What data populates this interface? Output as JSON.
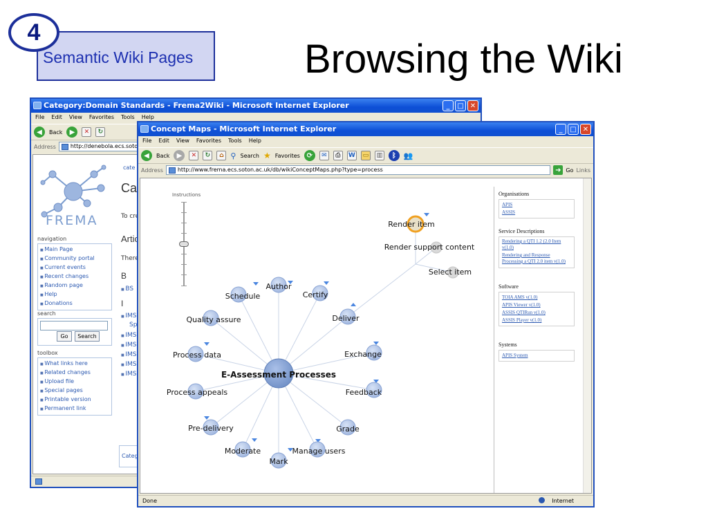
{
  "slide": {
    "number": "4",
    "section": "Semantic Wiki Pages",
    "title": "Browsing the Wiki"
  },
  "colors": {
    "accent": "#1c2f9a",
    "section_bg": "#d2d6f2",
    "xp_title": "#0d4fd6",
    "node": "#a9bfe6",
    "link": "#2a58b0"
  },
  "back_window": {
    "title": "Category:Domain Standards - Frema2Wiki - Microsoft Internet Explorer",
    "menu": [
      "File",
      "Edit",
      "View",
      "Favorites",
      "Tools",
      "Help"
    ],
    "back_label": "Back",
    "address_label": "Address",
    "address_value": "http://denebola.ecs.soton.ac",
    "logo_text": "FREMA",
    "tab": "cate",
    "heading": "Cat",
    "intro": "To crea",
    "subheading": "Artic",
    "there": "There a",
    "letter_b": "B",
    "letter_i": "I",
    "links_b": [
      "BS"
    ],
    "links_i": [
      "IMS",
      "IMS",
      "IMS",
      "IMS",
      "IMS",
      "IMS"
    ],
    "sp": "Sp",
    "footer_cat": "Categ",
    "navigation": {
      "heading": "navigation",
      "items": [
        "Main Page",
        "Community portal",
        "Current events",
        "Recent changes",
        "Random page",
        "Help",
        "Donations"
      ]
    },
    "search": {
      "heading": "search",
      "go": "Go",
      "search": "Search"
    },
    "toolbox": {
      "heading": "toolbox",
      "items": [
        "What links here",
        "Related changes",
        "Upload file",
        "Special pages",
        "Printable version",
        "Permanent link"
      ]
    }
  },
  "front_window": {
    "title": "Concept Maps - Microsoft Internet Explorer",
    "menu": [
      "File",
      "Edit",
      "View",
      "Favorites",
      "Tools",
      "Help"
    ],
    "toolbar": {
      "back": "Back",
      "search": "Search",
      "favorites": "Favorites"
    },
    "address_label": "Address",
    "address_value": "http://www.frema.ecs.soton.ac.uk/db/wikiConceptMaps.php?type=process",
    "go": "Go",
    "links": "Links",
    "status": "Done",
    "zone": "Internet",
    "instructions": "Instructions",
    "concept_map": {
      "center": "E-Assessment Processes",
      "nodes": [
        "Author",
        "Certify",
        "Deliver",
        "Exchange",
        "Feedback",
        "Grade",
        "Manage users",
        "Mark",
        "Moderate",
        "Pre-delivery",
        "Process appeals",
        "Process data",
        "Quality assure",
        "Schedule"
      ],
      "deliver_children": [
        "Render item",
        "Render support content",
        "Select item"
      ]
    },
    "side_panel": {
      "organisations": {
        "title": "Organisations",
        "items": [
          "APIS",
          "ASSIS"
        ]
      },
      "services": {
        "title": "Service Descriptions",
        "items": [
          "Rendering a QTI 1.2 (2.0 Item v(1.0)",
          "Rendering and Response Processing a QTI 2.0 item v(1.0)"
        ]
      },
      "software": {
        "title": "Software",
        "items": [
          "TOIA AMS v(1.0)",
          "APIS Viewer v(1.0)",
          "ASSIS QTIRun v(1.0)",
          "ASSIS Player v(1.0)"
        ]
      },
      "systems": {
        "title": "Systems",
        "items": [
          "APIS System"
        ]
      }
    }
  }
}
